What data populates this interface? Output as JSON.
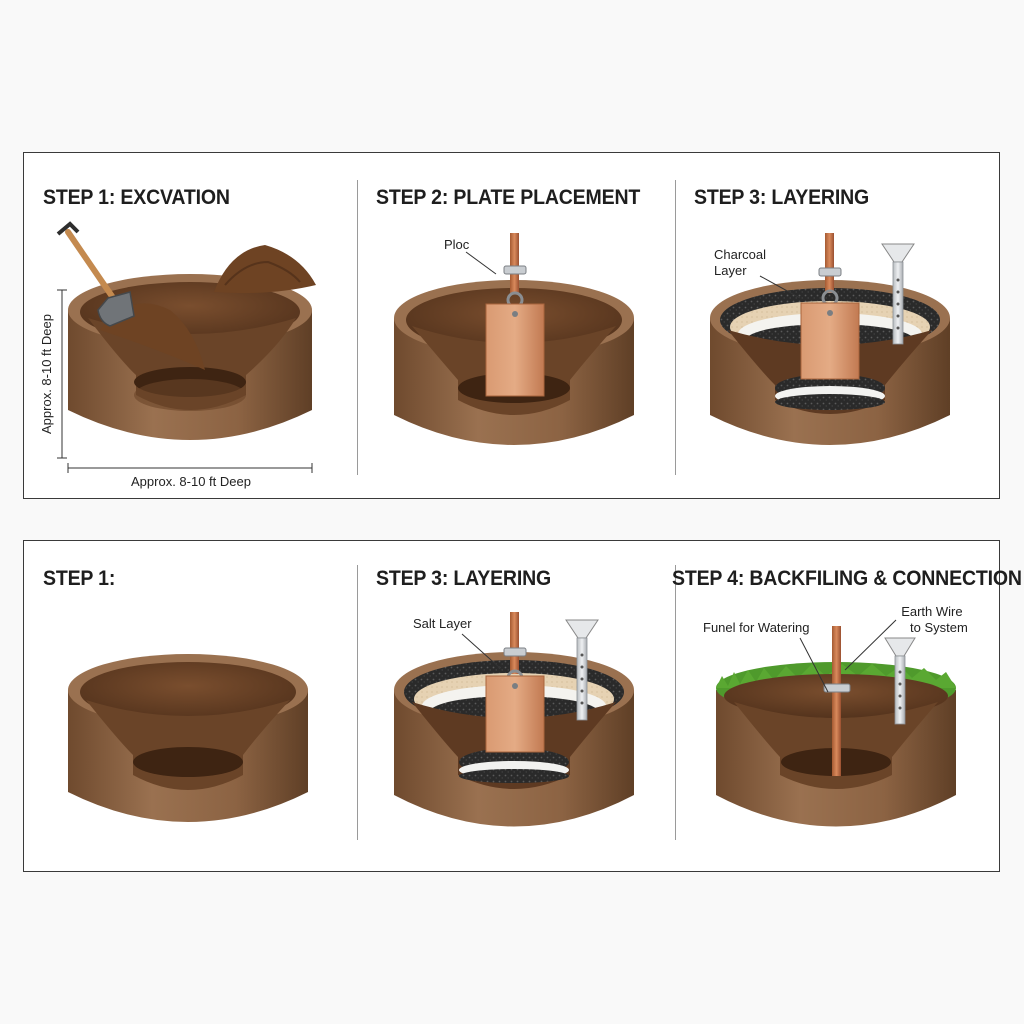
{
  "top_row": {
    "panels": [
      {
        "title": "STEP 1: EXCVATION"
      },
      {
        "title": "STEP 2: PLATE PLACEMENT"
      },
      {
        "title": "STEP 3: LAYERING"
      }
    ],
    "labels": {
      "depth_vertical": "Approx. 8-10 ft Deep",
      "depth_horizontal": "Approx. 8-10 ft Deep",
      "ploc": "Ploc",
      "charcoal_line1": "Charcoal",
      "charcoal_line2": "Layer"
    }
  },
  "bottom_row": {
    "panels": [
      {
        "title": "STEP 1:"
      },
      {
        "title": "STEP 3: LAYERING"
      },
      {
        "title": "STEP 4: BACKFILING & CONNECTION"
      }
    ],
    "labels": {
      "salt_layer": "Salt Layer",
      "funnel": "Funel for Watering",
      "earth_wire_line1": "Earth Wire",
      "earth_wire_line2": "to System"
    }
  },
  "colors": {
    "soil": "#8a6240",
    "soil_inner": "#5e3a22",
    "copper": "#cf8a62",
    "grass": "#4f9a2c",
    "charcoal": "#2b2b2b",
    "salt": "#f2f2f0"
  }
}
